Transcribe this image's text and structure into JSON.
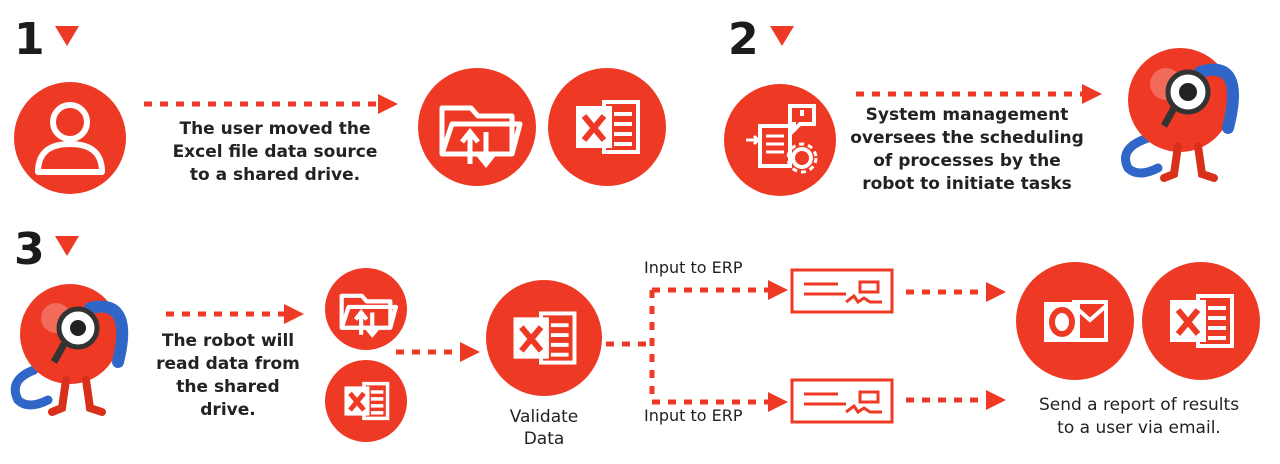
{
  "steps": {
    "s1": {
      "number": "1",
      "caption_lines": [
        "The user moved the",
        "Excel file data source",
        "to a shared drive."
      ]
    },
    "s2": {
      "number": "2",
      "caption_lines": [
        "System management",
        "oversees the scheduling",
        "of processes by the",
        "robot to initiate tasks"
      ]
    },
    "s3": {
      "number": "3",
      "robot_caption_lines": [
        "The robot will",
        "read data from",
        "the shared drive."
      ],
      "validate_lines": [
        "Validate",
        "Data"
      ],
      "branch_top_label": "Input to ERP",
      "branch_bottom_label": "Input to ERP",
      "report_lines": [
        "Send a report of results",
        "to a user via email."
      ]
    }
  },
  "colors": {
    "accent": "#ee3a24",
    "text": "#222222",
    "background": "#ffffff"
  },
  "icons": [
    "user-icon",
    "folder-transfer-icon",
    "excel-icon",
    "system-settings-icon",
    "robot-mascot-icon",
    "erp-form-icon",
    "outlook-icon"
  ]
}
